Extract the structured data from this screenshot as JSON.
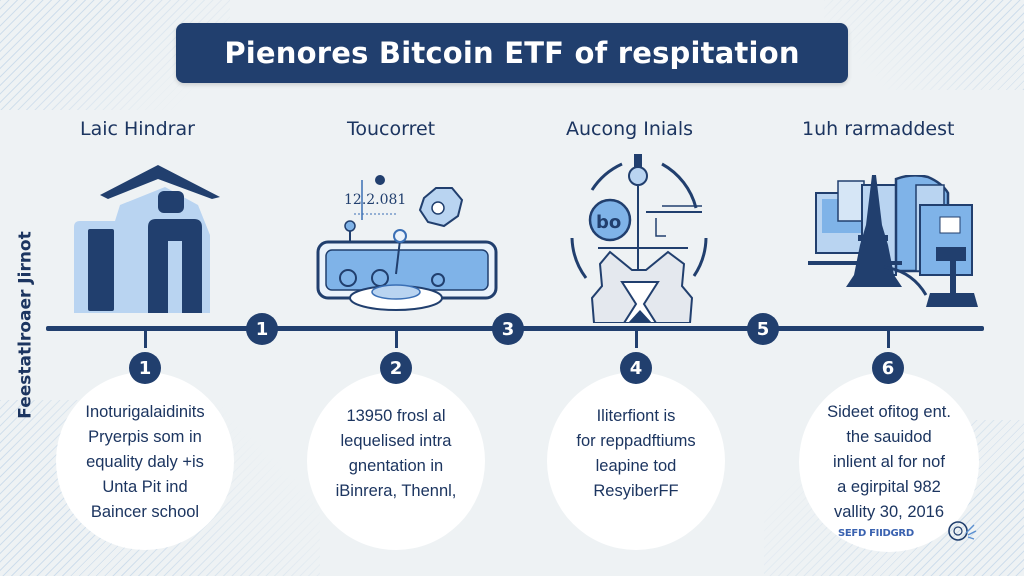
{
  "title": "Pienores Bitcoin ETF of respitation",
  "side_label": "Feestatlroaer Jirnot",
  "colors": {
    "navy": "#213f6e",
    "light_blue": "#b9d4f1",
    "mid_blue": "#7fb3e8",
    "background": "#eef2f4",
    "circle_fill": "#ffffff"
  },
  "stages": [
    {
      "heading": "Laic Hindrar",
      "icon": "house-building-icon"
    },
    {
      "heading": "Toucorret",
      "icon": "device-panel-icon",
      "illustration_text": "12.2.081"
    },
    {
      "heading": "Aucong Inials",
      "icon": "robot-gear-icon"
    },
    {
      "heading": "1uh rarmaddest",
      "icon": "city-tower-icon"
    }
  ],
  "timeline": {
    "top_nodes": [
      "1",
      "3",
      "5"
    ],
    "bottom_nodes": [
      "1",
      "2",
      "4",
      "6"
    ]
  },
  "descriptions": [
    {
      "number": "1",
      "text": "Inoturigalaidinits\nPryerpis som in\nequality daly +is\nUnta Pit ind\nBaincer school"
    },
    {
      "number": "2",
      "text": "13950 frosl al\nlequelised intra\ngnentation in\niBinrera, Thennl,"
    },
    {
      "number": "4",
      "text": "Iliterfiont is\nfor reppadftiums\nleapine tod\nResyiberFF"
    },
    {
      "number": "6",
      "text": "Sideet ofitog ent.\nthe sauidod\ninlient al for nof\na egirpital 982\nvallity 30, 2016"
    }
  ],
  "footer": {
    "logo_text": "SEFD FIIDGRD",
    "emblem": "seal-emblem-icon"
  }
}
